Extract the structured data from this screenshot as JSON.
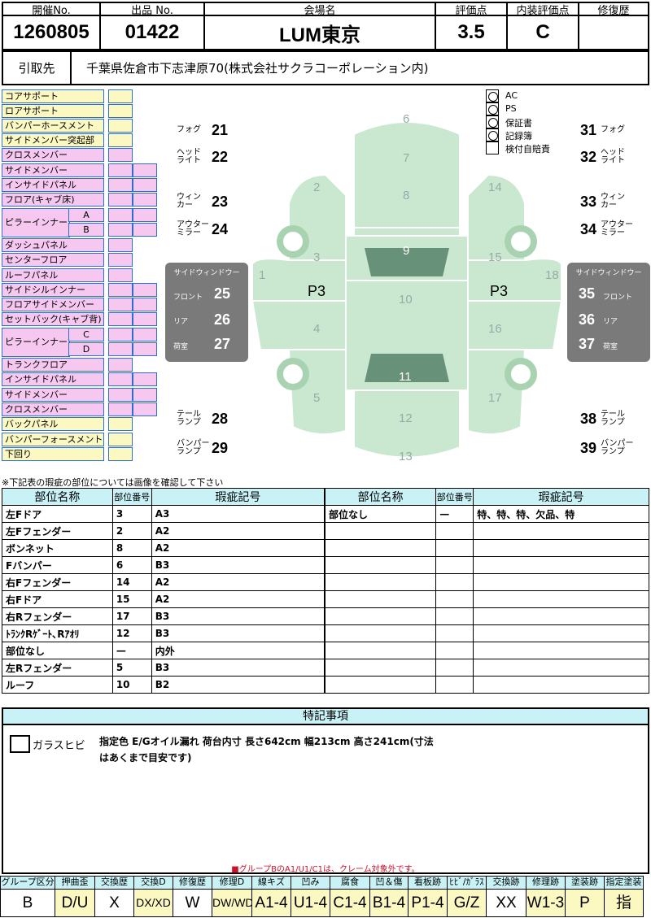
{
  "header": {
    "labels": [
      "開催No.",
      "出品 No.",
      "会場名",
      "評価点",
      "内装評価点",
      "修復歴"
    ],
    "values": [
      "1260805",
      "01422",
      "LUM東京",
      "3.5",
      "C",
      ""
    ]
  },
  "pickup": {
    "label": "引取先",
    "value": "千葉県佐倉市下志津原70(株式会社サクラコーポレーション内)"
  },
  "parts": [
    {
      "label": "コアサポート",
      "color": "yellow"
    },
    {
      "label": "ロアサポート",
      "color": "yellow"
    },
    {
      "label": "バンパーホースメント",
      "color": "yellow"
    },
    {
      "label": "サイドメンバー突起部",
      "color": "yellow"
    },
    {
      "label": "クロスメンバー",
      "color": "pink"
    },
    {
      "label": "サイドメンバー",
      "color": "pink"
    },
    {
      "label": "インサイドパネル",
      "color": "pink"
    },
    {
      "label": "フロア(キャブ床)",
      "color": "pink"
    },
    {
      "label": "ピラーインナー",
      "color": "pink"
    },
    {
      "label": "ダッシュパネル",
      "color": "pink"
    },
    {
      "label": "センターフロア",
      "color": "pink"
    },
    {
      "label": "ルーフパネル",
      "color": "pink"
    },
    {
      "label": "サイドシルインナー",
      "color": "pink"
    },
    {
      "label": "フロアサイドメンバー",
      "color": "pink"
    },
    {
      "label": "セットバック(キャブ背)",
      "color": "pink"
    },
    {
      "label": "ピラーインナー",
      "color": "pink"
    },
    {
      "label": "トランクフロア",
      "color": "pink"
    },
    {
      "label": "インサイドパネル",
      "color": "pink"
    },
    {
      "label": "サイドメンバー",
      "color": "pink"
    },
    {
      "label": "クロスメンバー",
      "color": "pink"
    },
    {
      "label": "バックパネル",
      "color": "yellow"
    },
    {
      "label": "バンパーフォースメント",
      "color": "yellow"
    },
    {
      "label": "下回り",
      "color": "yellow"
    }
  ],
  "pillar_subs": [
    "A",
    "B",
    "C",
    "D"
  ],
  "checklist": [
    "AC",
    "PS",
    "保証書",
    "記録簿",
    "検付自賠責"
  ],
  "diagram": {
    "left_labels": [
      {
        "text": "フォグ",
        "num": "21"
      },
      {
        "text": "ヘッド\nライト",
        "num": "22"
      },
      {
        "text": "ウィン\nカー",
        "num": "23"
      },
      {
        "text": "アウター\nミラー",
        "num": "24"
      },
      {
        "text": "テール\nランプ",
        "num": "28"
      },
      {
        "text": "バンパー\nランプ",
        "num": "29"
      }
    ],
    "right_labels": [
      {
        "text": "フォグ",
        "num": "31"
      },
      {
        "text": "ヘッド\nライト",
        "num": "32"
      },
      {
        "text": "ウィン\nカー",
        "num": "33"
      },
      {
        "text": "アウター\nミラー",
        "num": "34"
      },
      {
        "text": "テール\nランプ",
        "num": "38"
      },
      {
        "text": "バンパー\nランプ",
        "num": "39"
      }
    ],
    "side_window_left": {
      "title": "サイドウィンドウー",
      "rows": [
        {
          "text": "フロント",
          "num": "25"
        },
        {
          "text": "リア",
          "num": "26"
        },
        {
          "text": "荷室",
          "num": "27"
        }
      ]
    },
    "side_window_right": {
      "title": "サイドウィンドウー",
      "rows": [
        {
          "text": "フロント",
          "num": "35"
        },
        {
          "text": "リア",
          "num": "36"
        },
        {
          "text": "荷室",
          "num": "37"
        }
      ]
    },
    "panel_numbers": [
      "1",
      "2",
      "3",
      "4",
      "5",
      "6",
      "7",
      "8",
      "9",
      "10",
      "11",
      "12",
      "13",
      "14",
      "15",
      "16",
      "17",
      "18"
    ],
    "marks": [
      "P3",
      "P3"
    ]
  },
  "note": "※下記表の瑕疵の部位については画像を確認して下さい",
  "defect_table": {
    "headers": [
      "部位名称",
      "部位番号",
      "瑕疵記号",
      "部位名称",
      "部位番号",
      "瑕疵記号"
    ],
    "rows": [
      [
        "左Fドア",
        "3",
        "A3",
        "部位なし",
        "—",
        "特、特、特、欠品、特"
      ],
      [
        "左Fフェンダー",
        "2",
        "A2",
        "",
        "",
        ""
      ],
      [
        "ボンネット",
        "8",
        "A2",
        "",
        "",
        ""
      ],
      [
        "Fバンパー",
        "6",
        "B3",
        "",
        "",
        ""
      ],
      [
        "右Fフェンダー",
        "14",
        "A2",
        "",
        "",
        ""
      ],
      [
        "右Fドア",
        "15",
        "A2",
        "",
        "",
        ""
      ],
      [
        "右Rフェンダー",
        "17",
        "B3",
        "",
        "",
        ""
      ],
      [
        "ﾄﾗﾝｸRｹﾞｰﾄ､Rｱｵﾘ",
        "12",
        "B3",
        "",
        "",
        ""
      ],
      [
        "部位なし",
        "—",
        "内外",
        "",
        "",
        ""
      ],
      [
        "左Rフェンダー",
        "5",
        "B3",
        "",
        "",
        ""
      ],
      [
        "ルーフ",
        "10",
        "B2",
        "",
        "",
        ""
      ]
    ]
  },
  "remarks": {
    "title": "特記事項",
    "glass_label": "ガラスヒビ",
    "text_line1": "指定色 E/Gオイル漏れ 荷台内寸 長さ642cm 幅213cm 高さ241cm(寸法",
    "text_line2": "はあくまで目安です)",
    "claim": "■グループBのA1/U1/C1は、クレーム対象外です。"
  },
  "bottom_grid": [
    {
      "h": "グループ区分",
      "v": "B",
      "y": false
    },
    {
      "h": "押曲歪",
      "v": "D/U",
      "y": true
    },
    {
      "h": "交換歴",
      "v": "X",
      "y": false
    },
    {
      "h": "交換D",
      "v": "DX/XD",
      "y": true
    },
    {
      "h": "修復歴",
      "v": "W",
      "y": false
    },
    {
      "h": "修理D",
      "v": "DW/WD",
      "y": true
    },
    {
      "h": "線キズ",
      "v": "A1-4",
      "y": true
    },
    {
      "h": "凹み",
      "v": "U1-4",
      "y": true
    },
    {
      "h": "腐食",
      "v": "C1-4",
      "y": true
    },
    {
      "h": "凹＆傷",
      "v": "B1-4",
      "y": true
    },
    {
      "h": "看板跡",
      "v": "P1-4",
      "y": true
    },
    {
      "h": "ﾋﾋﾞ/ｶﾞﾗｽ",
      "v": "G/Z",
      "y": true
    },
    {
      "h": "交換跡",
      "v": "XX",
      "y": false
    },
    {
      "h": "修理跡",
      "v": "W1-3",
      "y": true
    },
    {
      "h": "塗装跡",
      "v": "P",
      "y": true
    },
    {
      "h": "指定塗装",
      "v": "指",
      "y": true
    }
  ],
  "colors": {
    "yellow": "#fbf8c2",
    "pink": "#f7c8ef",
    "table_header": "#c8f2f6",
    "car_fill": "#c9e8cf",
    "car_dark": "#4f7a63",
    "claim_red": "#d0102a"
  }
}
